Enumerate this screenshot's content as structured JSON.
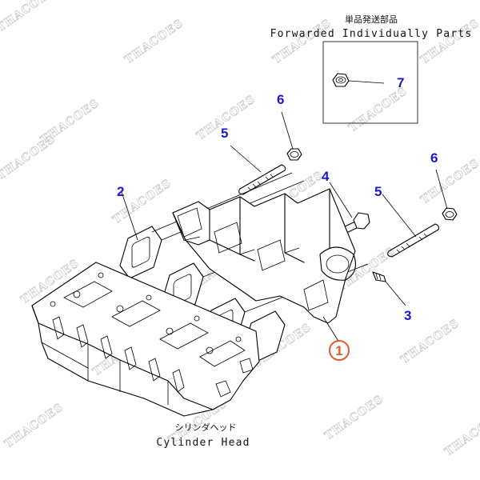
{
  "forwarded_parts": {
    "japanese": "単品発送部品",
    "english": "Forwarded Individually Parts"
  },
  "cylinder_head": {
    "japanese": "シリンダヘッド",
    "english": "Cylinder Head"
  },
  "watermark_text": "THACOES",
  "callouts": {
    "c1": "1",
    "c2": "2",
    "c3": "3",
    "c4": "4",
    "c5a": "5",
    "c5b": "5",
    "c6a": "6",
    "c6b": "6",
    "c7": "7"
  },
  "colors": {
    "callout": "#1a1acc",
    "highlight_ring": "#e05a2a",
    "watermark": "#c8c8c8"
  }
}
